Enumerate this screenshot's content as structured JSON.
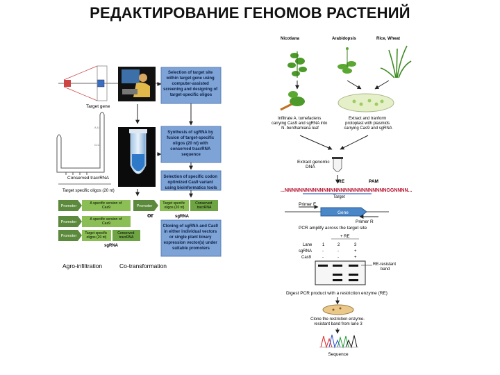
{
  "title": "РЕДАКТИРОВАНИЕ ГЕНОМОВ РАСТЕНИЙ",
  "left": {
    "target_gene_label": "Target gene",
    "conserved_label": "Conserved tracrRNA",
    "target_oligos_label": "Target specific oligos (20 nt)",
    "steps": [
      [
        "Selection of target site",
        "within target gene using",
        "computer-assisted",
        "screening and designing of",
        "target-specific oligos"
      ],
      [
        "Synthesis of sgRNA by",
        "fusion of target-specific",
        "oligos (20 nt) with",
        "conserved tracrRNA",
        "sequence"
      ],
      [
        "Selection of specific codon",
        "optimized Cas9 variant",
        "using bioinformatics tools"
      ],
      [
        "Cloning of sgRNA and Cas9",
        "in either individual vectors",
        "or single plant binary",
        "expression vector(s) under",
        "suitable promoters"
      ]
    ],
    "construct1": {
      "promoter": "Promoter",
      "cas9": [
        "A specific version of",
        "Cas9"
      ],
      "promoter2": "Promoter",
      "oligos": [
        "Target specific",
        "oligos (20 nt)"
      ],
      "tracr": [
        "Conserved",
        "tracrRNA"
      ],
      "sgrna": "sgRNA"
    },
    "or_label": "or",
    "construct2": {
      "promoter": "Promoter",
      "cas9": [
        "A specific version of",
        "Cas9"
      ],
      "promoter2": "Promoter",
      "oligos": [
        "Target specific",
        "oligos (20 nt)"
      ],
      "tracr": [
        "Conserved",
        "tracrRNA"
      ],
      "sgrna": "sgRNA"
    },
    "agro_label": "Agro-infiltration",
    "cotrans_label": "Co-transformation"
  },
  "right": {
    "plants": [
      "Nicotiana",
      "Arabidopsis",
      "Rice, Wheat"
    ],
    "infiltrate": [
      "Infiltrate A. tumefaciens",
      "carrying Cas9 and sgRNA into",
      "N. benthamiana leaf"
    ],
    "protoplast": [
      "Extract and tranform",
      "protoplast with plasmids",
      "carrying Cas9 and sgRNA"
    ],
    "extract": [
      "Extract genomic",
      "DNA"
    ],
    "re_label": "RE",
    "pam_label": "PAM",
    "sequence": "...NNNNNNNNNNNNNNNNNNNNNNNNNNNNNGGNNNN...",
    "target_label": "Target",
    "primer_f": "Primer F",
    "gene_label": "Gene",
    "primer_r": "Primer R",
    "pcr_label": "PCR amplify across the target site",
    "lane_header": "+ RE",
    "lane_rows": [
      [
        "Lane",
        "1",
        "2",
        "3"
      ],
      [
        "sgRNA",
        "-",
        "-",
        "+"
      ],
      [
        "Cas9",
        "-",
        "-",
        "+"
      ]
    ],
    "resistant_band": [
      "RE-resistant",
      "band"
    ],
    "digest_label": "Digest PCR product with a restriction enzyme (RE)",
    "clone_label": [
      "Clone the restriction enzyme-",
      "resistant band from lane 3"
    ],
    "sequence_label": "Sequence"
  }
}
